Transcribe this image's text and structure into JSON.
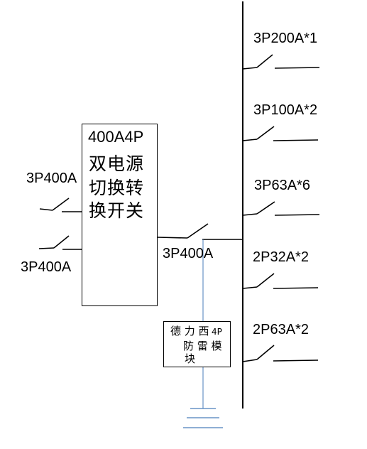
{
  "ats": {
    "rating": "400A4P",
    "desc_line1": "双电源",
    "desc_line2": "切换转",
    "desc_line3": "换开关"
  },
  "incoming": [
    {
      "label": "3P400A"
    },
    {
      "label": "3P400A"
    }
  ],
  "main_breaker": {
    "label": "3P400A"
  },
  "spd": {
    "line1": "德 力 西",
    "poles": "4P",
    "line2": "防 雷 模",
    "line3": "块"
  },
  "outgoing": [
    {
      "label": "3P200A*1"
    },
    {
      "label": "3P100A*2"
    },
    {
      "label": "3P63A*6"
    },
    {
      "label": "2P32A*2"
    },
    {
      "label": "2P63A*2"
    }
  ],
  "colors": {
    "line": "#000000",
    "ground": "#4a7ebb"
  }
}
